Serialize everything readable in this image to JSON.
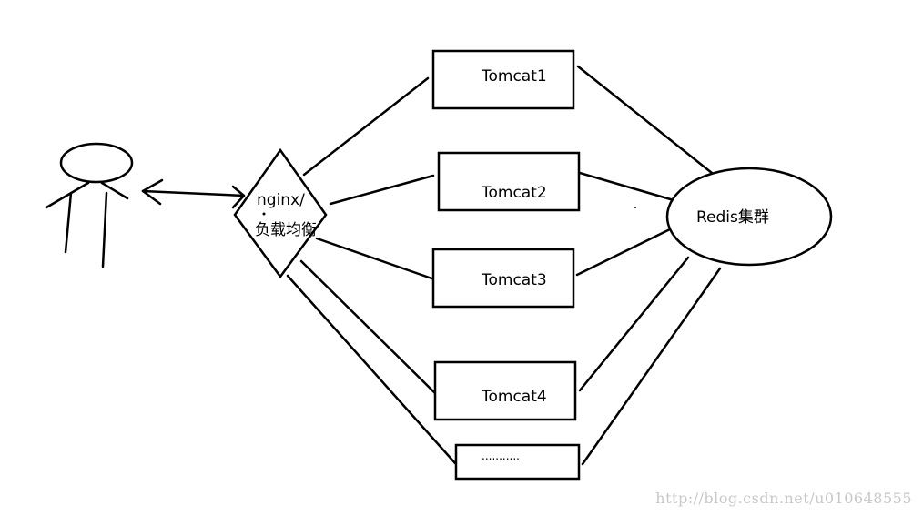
{
  "nodes": {
    "tomcat1": "Tomcat1",
    "tomcat2": "Tomcat2",
    "tomcat3": "Tomcat3",
    "tomcat4": "Tomcat4",
    "more": "...........",
    "nginx_line1": "nginx/",
    "nginx_line2": "负载均衡",
    "redis": "Redis集群"
  },
  "watermark": "http://blog.csdn.net/u010648555"
}
